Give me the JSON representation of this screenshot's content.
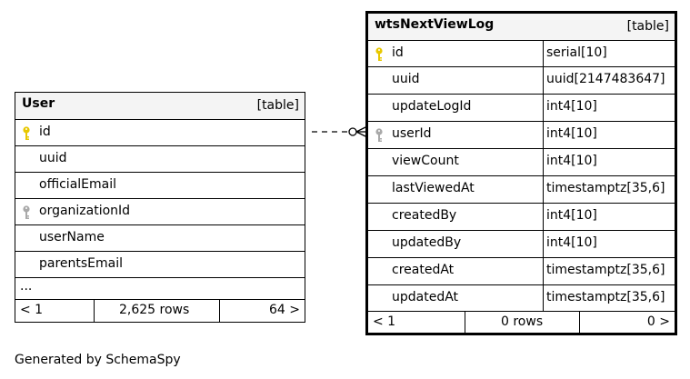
{
  "tables": {
    "user": {
      "name": "User",
      "kind": "[table]",
      "columns": [
        "id",
        "uuid",
        "officialEmail",
        "organizationId",
        "userName",
        "parentsEmail"
      ],
      "ellipsis": "...",
      "footer": {
        "left": "< 1",
        "middle": "2,625 rows",
        "right": "64 >"
      }
    },
    "wts": {
      "name": "wtsNextViewLog",
      "kind": "[table]",
      "columns": [
        {
          "name": "id",
          "type": "serial[10]"
        },
        {
          "name": "uuid",
          "type": "uuid[2147483647]"
        },
        {
          "name": "updateLogId",
          "type": "int4[10]"
        },
        {
          "name": "userId",
          "type": "int4[10]"
        },
        {
          "name": "viewCount",
          "type": "int4[10]"
        },
        {
          "name": "lastViewedAt",
          "type": "timestamptz[35,6]"
        },
        {
          "name": "createdBy",
          "type": "int4[10]"
        },
        {
          "name": "updatedBy",
          "type": "int4[10]"
        },
        {
          "name": "createdAt",
          "type": "timestamptz[35,6]"
        },
        {
          "name": "updatedAt",
          "type": "timestamptz[35,6]"
        }
      ],
      "footer": {
        "left": "< 1",
        "middle": "0 rows",
        "right": "0 >"
      }
    }
  },
  "credit": "Generated by SchemaSpy",
  "colors": {
    "primary_key": "#e8c800",
    "foreign_key": "#a9a9a9",
    "header_bg": "#f4f4f4"
  }
}
